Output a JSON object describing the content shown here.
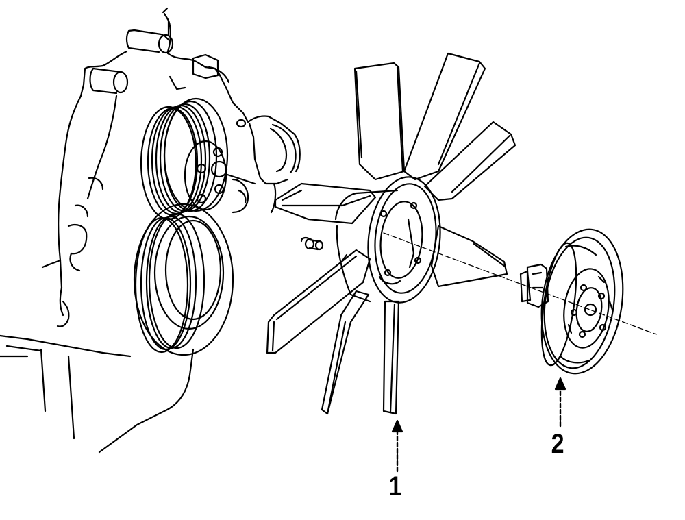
{
  "callouts": [
    {
      "number": "1",
      "part": "fan-blade"
    },
    {
      "number": "2",
      "part": "fan-clutch"
    }
  ],
  "colors": {
    "line": "#000000",
    "background": "#ffffff"
  }
}
